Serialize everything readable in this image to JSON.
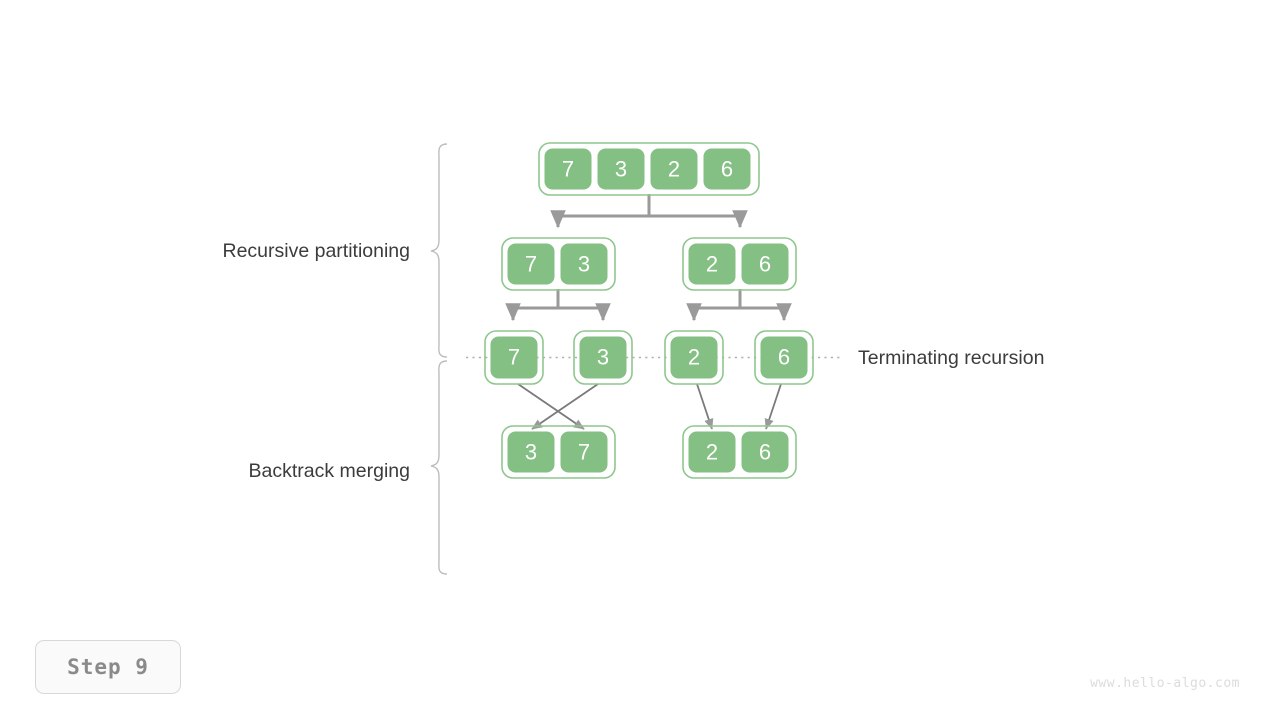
{
  "title": "Merge sort recursion diagram",
  "colors": {
    "cell_fill": "#84bf84",
    "cell_outline": "#8fc68f",
    "arrow": "#9a9a9a",
    "brace": "#bdbdbd",
    "dotted": "#b0b0b0",
    "label": "#3c3c3c",
    "badge_text": "#8a8a8a",
    "watermark": "#dcdcdc",
    "background": "#ffffff"
  },
  "labels": {
    "recursive_partitioning": "Recursive partitioning",
    "backtrack_merging": "Backtrack merging",
    "terminating_recursion": "Terminating recursion"
  },
  "badge": {
    "step_label": "Step 9"
  },
  "watermark": {
    "text": "www.hello-algo.com"
  },
  "chart_data": {
    "type": "diagram",
    "algorithm": "merge sort",
    "levels": [
      {
        "level": 0,
        "phase": "divide",
        "groups": [
          {
            "values": [
              7,
              3,
              2,
              6
            ]
          }
        ]
      },
      {
        "level": 1,
        "phase": "divide",
        "groups": [
          {
            "values": [
              7,
              3
            ]
          },
          {
            "values": [
              2,
              6
            ]
          }
        ]
      },
      {
        "level": 2,
        "phase": "base-case",
        "groups": [
          {
            "values": [
              7
            ]
          },
          {
            "values": [
              3
            ]
          },
          {
            "values": [
              2
            ]
          },
          {
            "values": [
              6
            ]
          }
        ]
      },
      {
        "level": 3,
        "phase": "merge",
        "groups": [
          {
            "values": [
              3,
              7
            ]
          },
          {
            "values": [
              2,
              6
            ]
          }
        ]
      }
    ]
  },
  "cells": {
    "root": [
      "7",
      "3",
      "2",
      "6"
    ],
    "left_pair": [
      "7",
      "3"
    ],
    "right_pair": [
      "2",
      "6"
    ],
    "singles": [
      "7",
      "3",
      "2",
      "6"
    ],
    "merged_left": [
      "3",
      "7"
    ],
    "merged_right": [
      "2",
      "6"
    ]
  }
}
